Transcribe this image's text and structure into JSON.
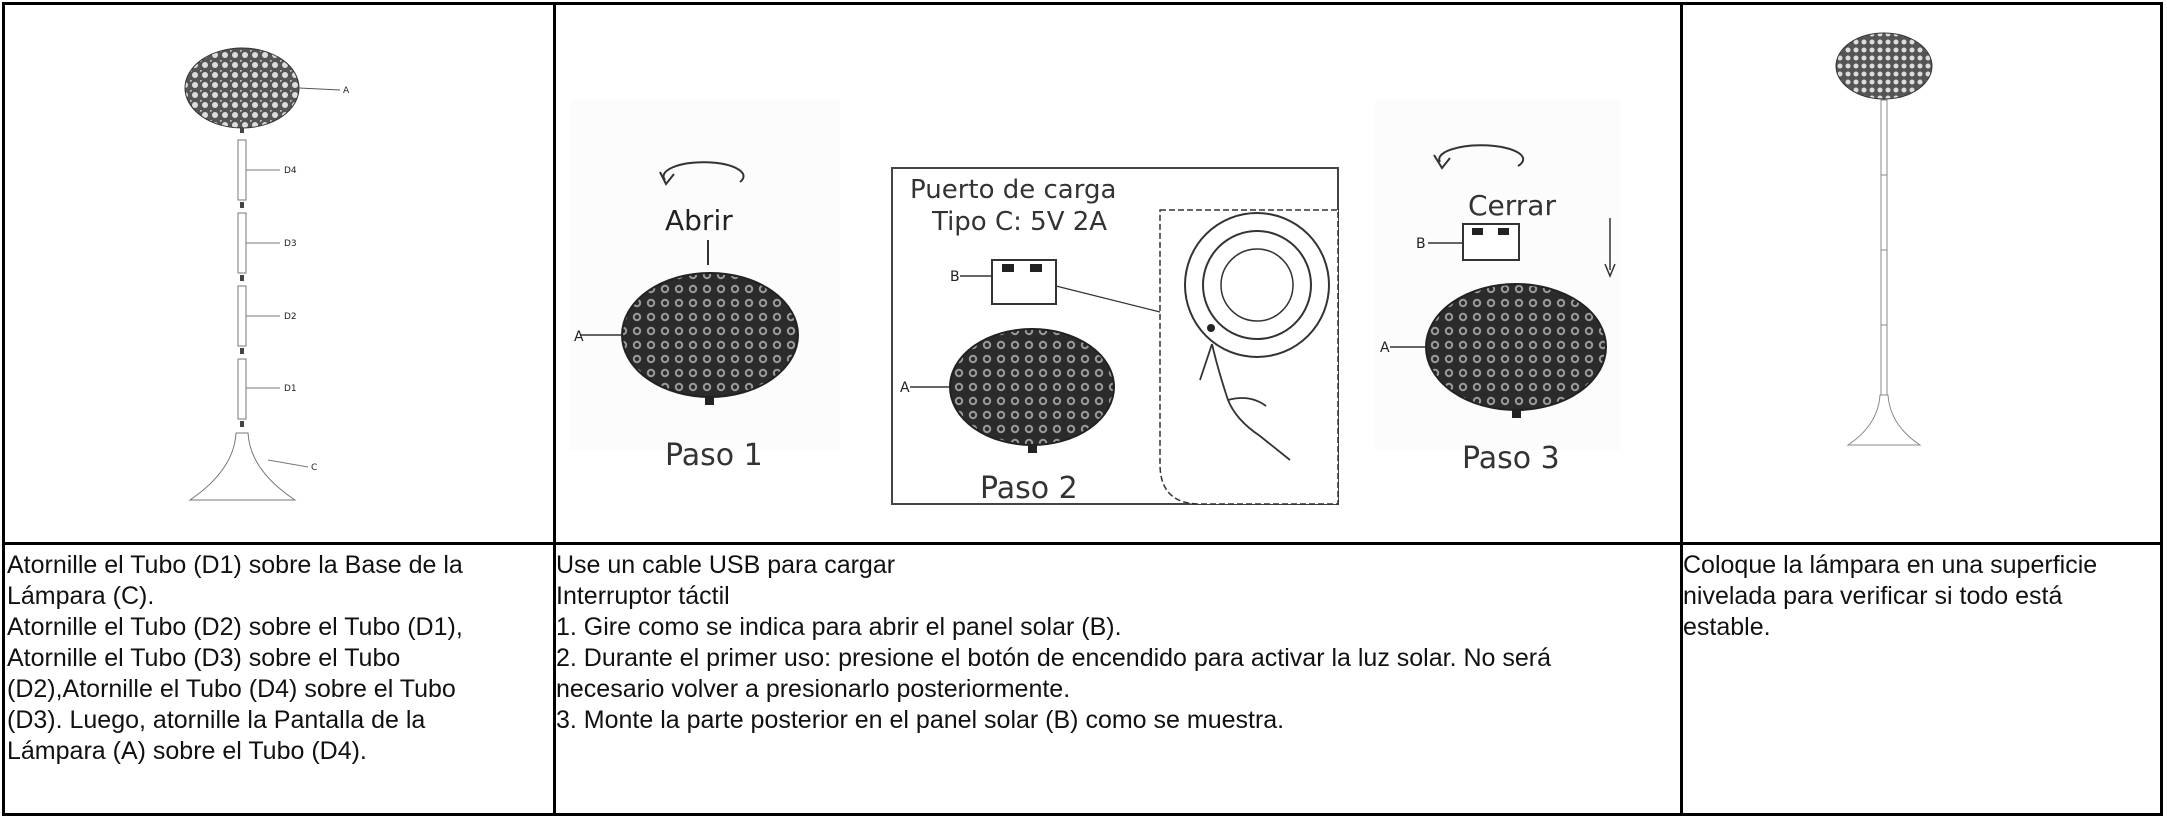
{
  "columns": [
    {
      "figure": {
        "labels": {
          "a": "A",
          "d4": "D4",
          "d3": "D3",
          "d2": "D2",
          "d1": "D1",
          "c": "C"
        }
      },
      "text_lines": [
        "Atornille el Tubo (D1) sobre la Base de la",
        "Lámpara (C).",
        "Atornille el Tubo (D2) sobre el Tubo (D1),",
        "Atornille el Tubo (D3) sobre el Tubo",
        "(D2),Atornille el Tubo (D4) sobre el Tubo",
        "(D3). Luego, atornille la Pantalla de la",
        "Lámpara (A) sobre el Tubo (D4)."
      ]
    },
    {
      "figure": {
        "step1": {
          "action": "Abrir",
          "label_a": "A",
          "caption": "Paso 1"
        },
        "step2": {
          "port_line1": "Puerto de carga",
          "port_line2": "Tipo C: 5V 2A",
          "label_b": "B",
          "label_a": "A",
          "caption": "Paso 2"
        },
        "step3": {
          "action": "Cerrar",
          "label_b": "B",
          "label_a": "A",
          "caption": "Paso 3"
        }
      },
      "text_lines": [
        "Use un cable USB para cargar",
        "Interruptor táctil",
        "1.  Gire como se indica para abrir el panel solar (B).",
        "2.  Durante el primer uso: presione el botón de encendido para activar la luz solar. No será",
        "necesario volver a presionarlo posteriormente.",
        "3. Monte la parte posterior en el panel solar (B) como se muestra."
      ]
    },
    {
      "text_lines": [
        "Coloque la lámpara en una superficie",
        "nivelada para verificar si todo está",
        "estable."
      ]
    }
  ]
}
